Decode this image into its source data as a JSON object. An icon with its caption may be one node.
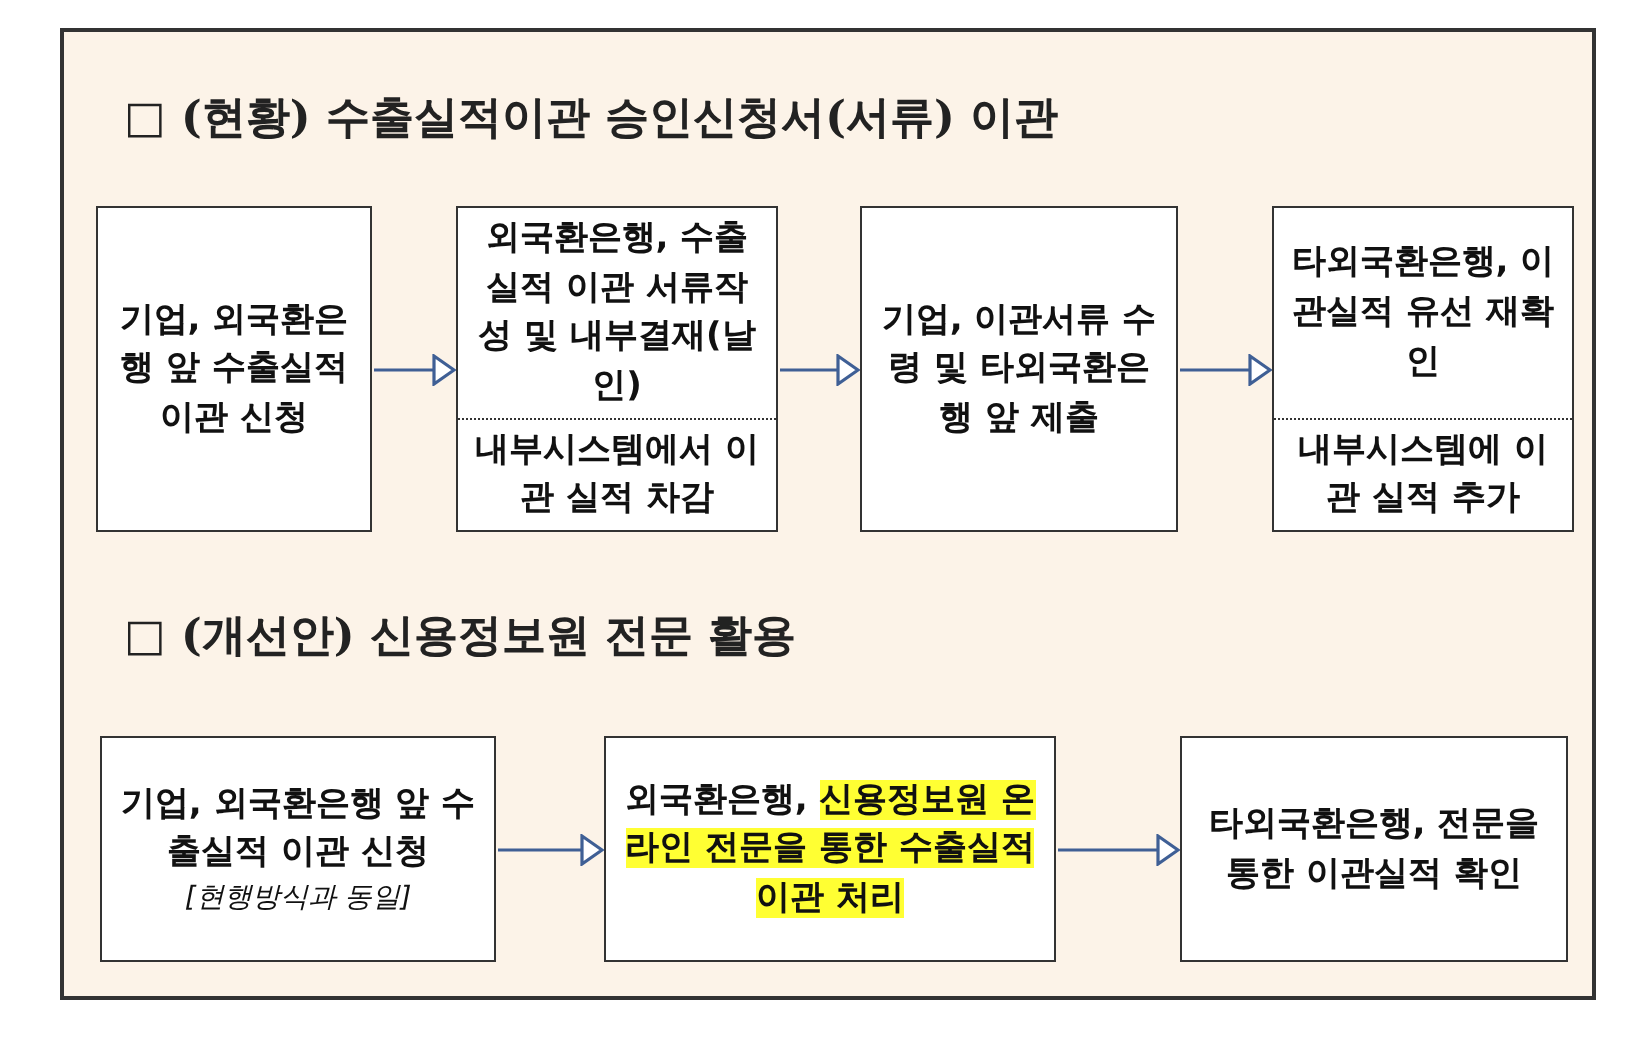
{
  "diagram": {
    "nodes": [
      {
        "text": [
          "기업, 외국환은행 앞 수출실적 이관 신청"
        ]
      },
      {
        "text": [
          "외국환은행, 수출실적 이관 서류작성 및 내부결재(날인)",
          "내부시스템에서 이관 실적 차감"
        ]
      },
      {
        "text": [
          "기업, 이관서류 수령 및 타외국환은행 앞 제출"
        ]
      },
      {
        "text": [
          "타외국환은행, 이관실적 유선 재확인",
          "내부시스템에 이관 실적 추가"
        ]
      },
      {
        "text": [
          "기업, 외국환은행 앞 수출실적 이관 신청",
          "[현행방식과 동일]"
        ]
      },
      {
        "text": [
          "외국환은행,",
          "신용정보원 온라인 전문을 통한 수출실적 이관 처리"
        ]
      },
      {
        "text": [
          "타외국환은행, 전문을 통한 이관실적 확인"
        ]
      }
    ],
    "edges": [
      {
        "from": 0,
        "to": 1,
        "arrow": "to"
      },
      {
        "from": 1,
        "to": 2,
        "arrow": "to"
      },
      {
        "from": 2,
        "to": 3,
        "arrow": "to"
      },
      {
        "from": 4,
        "to": 5,
        "arrow": "to"
      },
      {
        "from": 5,
        "to": 6,
        "arrow": "to"
      }
    ],
    "labels": [
      "□ (현황) 수출실적이관 승인신청서(서류) 이관",
      "□ (개선안) 신용정보원 전문 활용"
    ]
  }
}
